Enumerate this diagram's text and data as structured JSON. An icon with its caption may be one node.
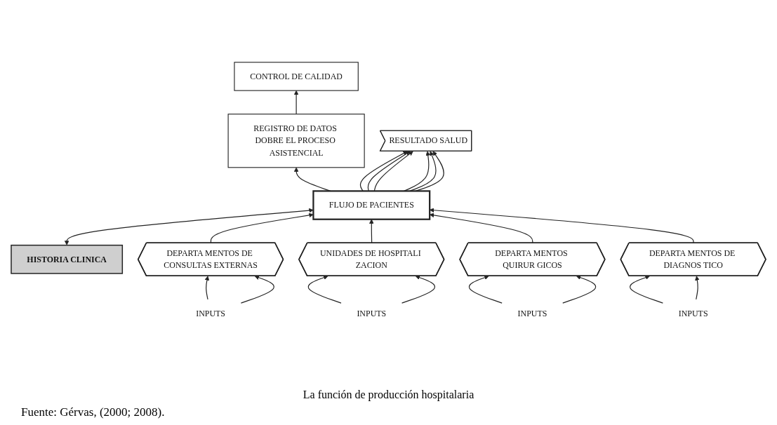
{
  "diagram": {
    "caption": "La función de producción hospitalaria",
    "nodes": [
      {
        "text": [
          "FLUJO DE PACIENTES"
        ]
      },
      {
        "text": [
          "REGISTRO DE DATOS DOBRE EL PROCESO ASISTENCIAL"
        ]
      },
      {
        "text": [
          "CONTROL DE CALIDAD"
        ]
      },
      {
        "text": [
          "RESULTADO SALUD"
        ]
      },
      {
        "text": [
          "HISTORIA CLINICA"
        ]
      },
      {
        "text": [
          "DEPARTA MENTOS DE CONSULTAS EXTERNAS"
        ]
      },
      {
        "text": [
          "UNIDADES DE HOSPITALI ZACION"
        ]
      },
      {
        "text": [
          "DEPARTA MENTOS QUIRUR GICOS"
        ]
      },
      {
        "text": [
          "DEPARTA MENTOS DE DIAGNOS TICO"
        ]
      },
      {
        "text": [
          "INPUTS"
        ]
      },
      {
        "text": [
          "INPUTS"
        ]
      },
      {
        "text": [
          "INPUTS"
        ]
      },
      {
        "text": [
          "INPUTS"
        ]
      }
    ],
    "edges": [
      {
        "from": 0,
        "to": 1,
        "arrow": "to"
      },
      {
        "from": 1,
        "to": 2,
        "arrow": "to"
      },
      {
        "from": 0,
        "to": 3,
        "arrow": "to"
      },
      {
        "from": 0,
        "to": 3,
        "arrow": "to"
      },
      {
        "from": 0,
        "to": 3,
        "arrow": "to"
      },
      {
        "from": 0,
        "to": 3,
        "arrow": "to"
      },
      {
        "from": 0,
        "to": 3,
        "arrow": "to"
      },
      {
        "from": 0,
        "to": 3,
        "arrow": "to"
      },
      {
        "from": 4,
        "to": 0,
        "arrow": "both"
      },
      {
        "from": 5,
        "to": 0,
        "arrow": "to"
      },
      {
        "from": 6,
        "to": 0,
        "arrow": "to"
      },
      {
        "from": 7,
        "to": 0,
        "arrow": "to"
      },
      {
        "from": 8,
        "to": 0,
        "arrow": "to"
      },
      {
        "from": 9,
        "to": 5,
        "arrow": "to"
      },
      {
        "from": 9,
        "to": 5,
        "arrow": "to"
      },
      {
        "from": 10,
        "to": 6,
        "arrow": "to"
      },
      {
        "from": 10,
        "to": 6,
        "arrow": "to"
      },
      {
        "from": 11,
        "to": 7,
        "arrow": "to"
      },
      {
        "from": 11,
        "to": 7,
        "arrow": "to"
      },
      {
        "from": 12,
        "to": 8,
        "arrow": "to"
      },
      {
        "from": 12,
        "to": 8,
        "arrow": "to"
      }
    ],
    "labels": [
      "Fuente: Gérvas, (2000; 2008)."
    ]
  }
}
